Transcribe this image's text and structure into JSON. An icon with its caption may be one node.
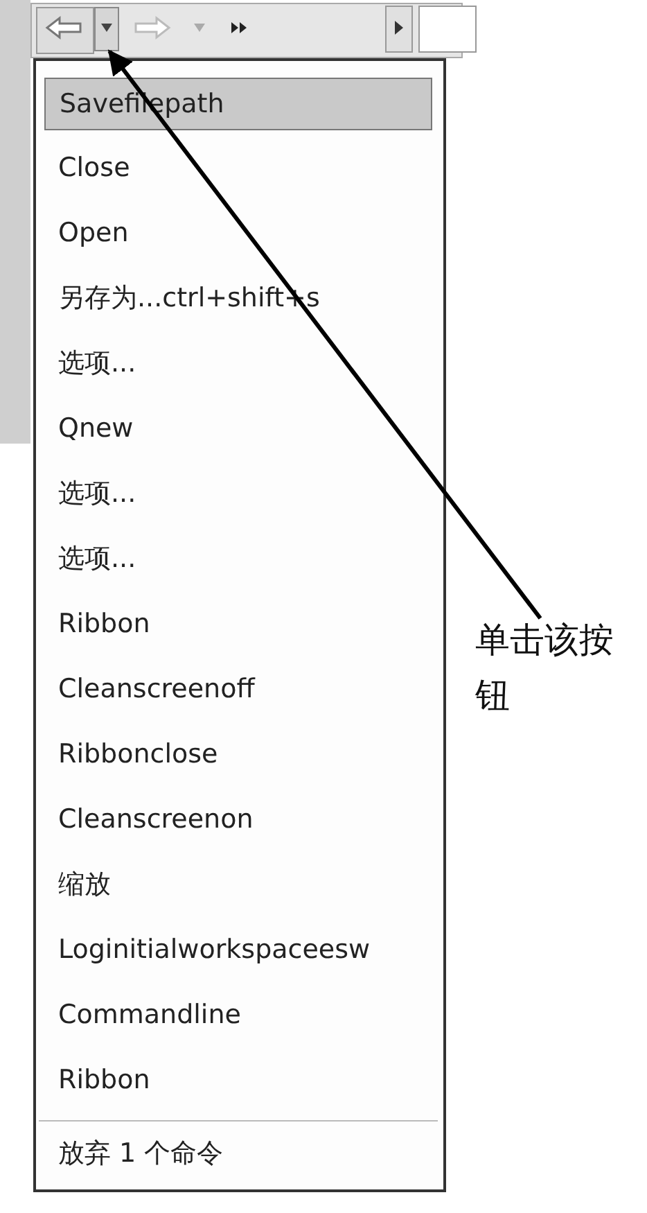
{
  "diagram": {
    "nodes": [
      {
        "text": [
          "单击该按钮"
        ]
      },
      {
        "text": [],
        "shape": "box"
      }
    ],
    "edges": [
      {
        "from": 0,
        "to": 1,
        "arrow": "to"
      }
    ],
    "labels": [
      "Savefilepath",
      "Close",
      "Open",
      "另存为...ctrl+shift+s",
      "选项...",
      "Qnew",
      "选项...",
      "选项...",
      "Ribbon",
      "Cleanscreenoff",
      "Ribbonclose",
      "Cleanscreenon",
      "缩放",
      "Loginitialworkspaceesw",
      "Commandline",
      "Ribbon",
      "放弃 1 个命令"
    ]
  }
}
